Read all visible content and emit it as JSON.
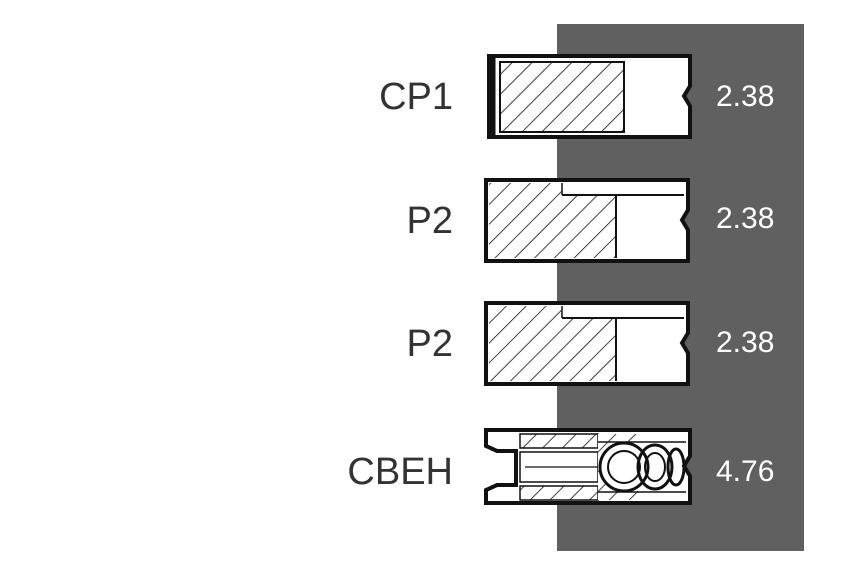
{
  "diagram": {
    "panel_color": "#606060",
    "rings": [
      {
        "label": "CP1",
        "dimension": "2.38",
        "type": "compression-top"
      },
      {
        "label": "P2",
        "dimension": "2.38",
        "type": "stepped"
      },
      {
        "label": "P2",
        "dimension": "2.38",
        "type": "stepped"
      },
      {
        "label": "CBEH",
        "dimension": "4.76",
        "type": "oil-expander"
      }
    ]
  }
}
